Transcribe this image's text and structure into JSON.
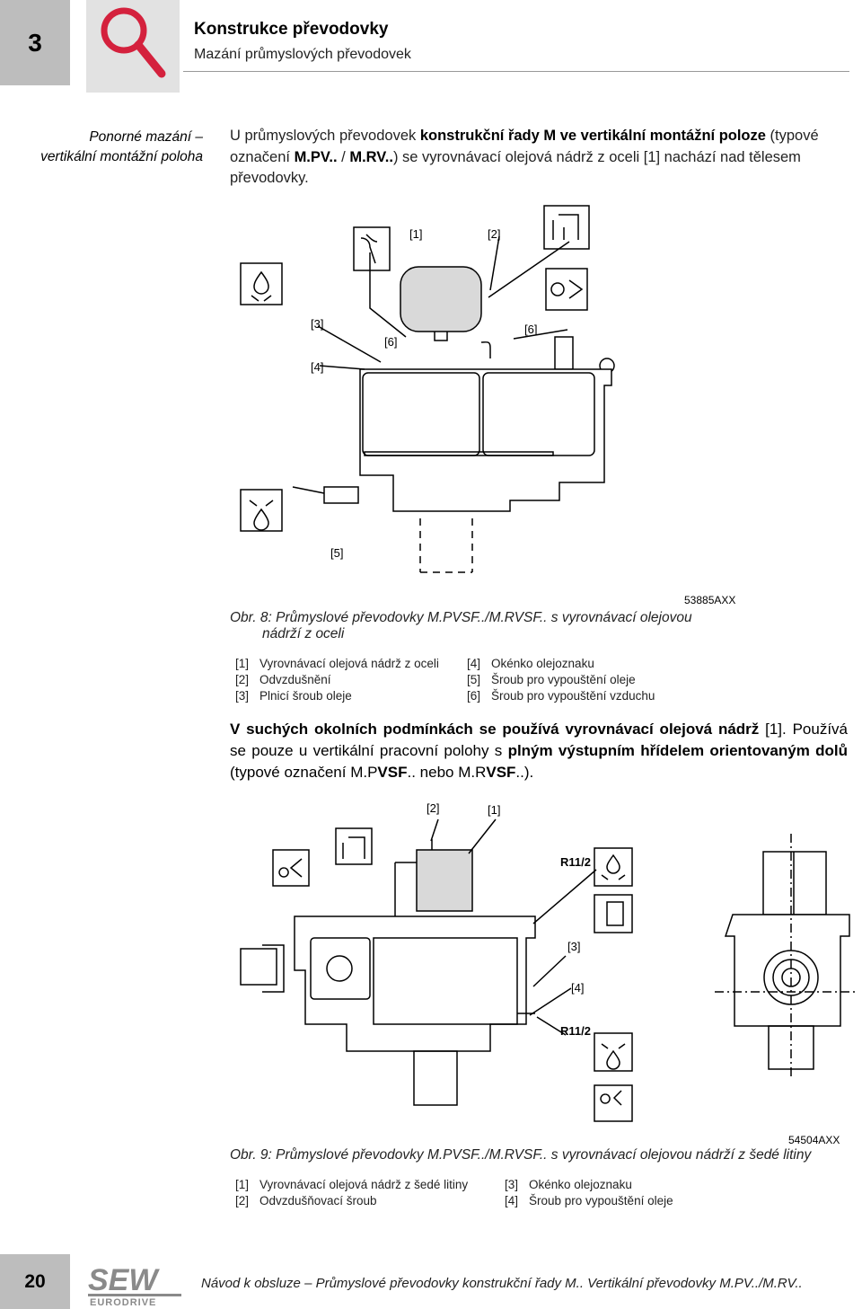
{
  "header": {
    "chapter_number": "3",
    "title": "Konstrukce převodovky",
    "subtitle": "Mazání průmyslových převodovek"
  },
  "section": {
    "side_label": "Ponorné mazání – vertikální montážní poloha",
    "intro_parts": {
      "p1": "U průmyslových převodovek ",
      "b1": "konstrukční řady M ve vertikální montážní poloze",
      "p2": " (typové označení ",
      "b2": "M.PV..",
      "p3": " / ",
      "b3": "M.RV..",
      "p4": ") se vyrovnávací olejová nádrž z oceli [1] nachází nad tělesem převodovky."
    }
  },
  "figure1": {
    "id": "53885AXX",
    "caption_line1": "Obr. 8: Průmyslové převodovky M.PVSF../M.RVSF.. s vyrovnávací olejovou",
    "caption_line2": "nádrží z oceli",
    "callouts": [
      "[1]",
      "[2]",
      "[3]",
      "[4]",
      "[5]",
      "[6]",
      "[6]"
    ],
    "legend_left": [
      {
        "num": "[1]",
        "text": "Vyrovnávací olejová nádrž z oceli"
      },
      {
        "num": "[2]",
        "text": "Odvzdušnění"
      },
      {
        "num": "[3]",
        "text": "Plnicí šroub oleje"
      }
    ],
    "legend_right": [
      {
        "num": "[4]",
        "text": "Okénko olejoznaku"
      },
      {
        "num": "[5]",
        "text": "Šroub pro vypouštění oleje"
      },
      {
        "num": "[6]",
        "text": "Šroub pro vypouštění vzduchu"
      }
    ]
  },
  "paragraph2": {
    "b1": "V suchých okolních podmínkách se používá vyrovnávací olejová nádrž",
    "p1": " [1]. Používá se pouze u vertikální pracovní polohy s ",
    "b2": "plným výstupním hřídelem orientovaným dolů",
    "p2": " (typové označení M.P",
    "b3": "VSF",
    "p3": ".. nebo M.R",
    "b4": "VSF",
    "p4": "..)."
  },
  "figure2": {
    "id": "54504AXX",
    "caption": "Obr. 9: Průmyslové převodovky M.PVSF../M.RVSF.. s vyrovnávací olejovou nádrží z šedé litiny",
    "callouts": [
      "[2]",
      "[1]",
      "[3]",
      "[4]"
    ],
    "thread_labels": [
      "R11/2",
      "R11/2"
    ],
    "legend_left": [
      {
        "num": "[1]",
        "text": "Vyrovnávací olejová nádrž z šedé litiny"
      },
      {
        "num": "[2]",
        "text": "Odvzdušňovací šroub"
      }
    ],
    "legend_right": [
      {
        "num": "[3]",
        "text": "Okénko olejoznaku"
      },
      {
        "num": "[4]",
        "text": "Šroub pro vypouštění oleje"
      }
    ]
  },
  "footer": {
    "page_number": "20",
    "logo_top": "SEW",
    "logo_bottom": "EURODRIVE",
    "text": "Návod k obsluze – Průmyslové převodovky konstrukční řady M.. Vertikální převodovky M.PV../M.RV.."
  }
}
